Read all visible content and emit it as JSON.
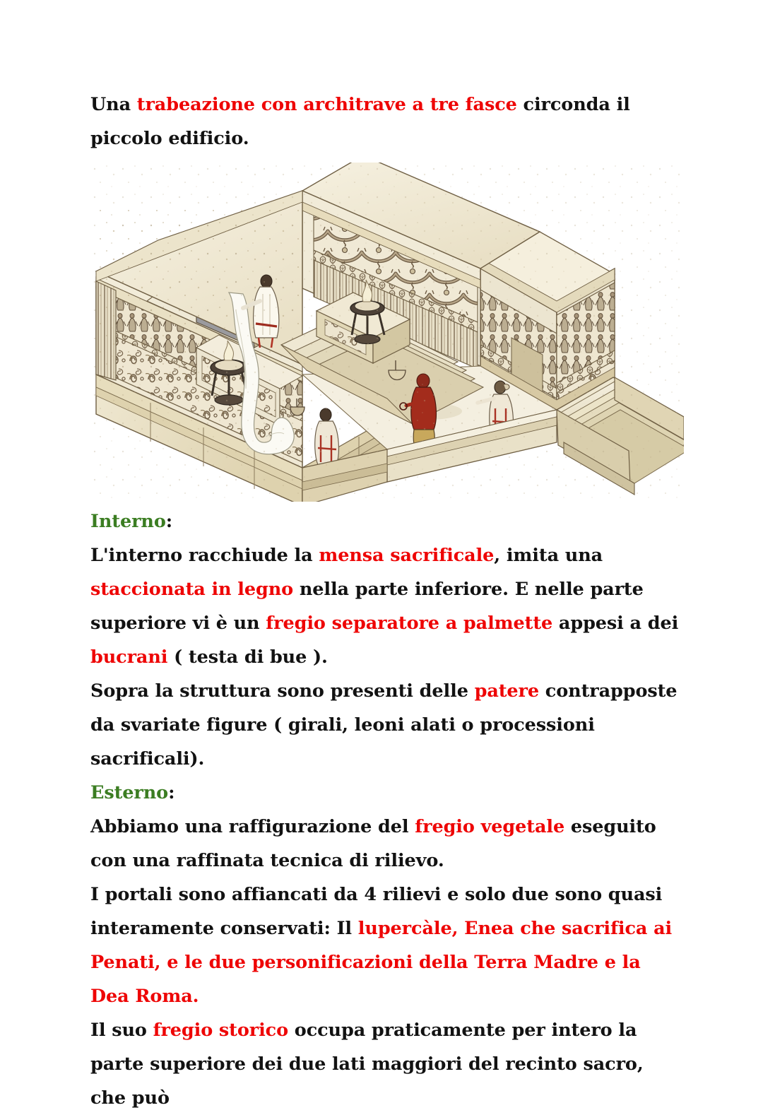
{
  "document": {
    "language": "it",
    "title_text": "Appunti Ara Pacis",
    "colors": {
      "highlight_red": "#ee0505",
      "heading_green": "#3b7d22",
      "body_black": "#121212",
      "marble_light": "#f2ecd9",
      "marble_mid": "#e3d9ba",
      "marble_shadow": "#cdbf96",
      "relief_brown": "#6b5a45",
      "figure_red": "#9e2b1e",
      "page_background": "#ffffff"
    }
  },
  "paragraphs": {
    "intro": {
      "part1": "Una ",
      "part2_red": "trabeazione con architrave a tre fasce",
      "part3": " circonda il piccolo edificio."
    },
    "interno_heading": {
      "label_green": "Interno",
      "colon": ":"
    },
    "interno_body": {
      "p1_a": "L'interno racchiude la ",
      "p1_b_red": "mensa sacrificale",
      "p1_c": ", imita una ",
      "p1_d_red": "staccionata in legno",
      "p1_e": " nella parte inferiore. E nelle parte superiore vi è un ",
      "p1_f_red": "fregio separatore a palmette",
      "p1_g": " appesi a dei ",
      "p1_h_red": "bucrani",
      "p1_i": " ( testa di bue ).",
      "p2_a": "Sopra la struttura sono presenti delle ",
      "p2_b_red": "patere",
      "p2_c": " contrapposte da svariate figure ( girali, leoni alati o processioni sacrificali)."
    },
    "esterno_heading": {
      "label_green": "Esterno",
      "colon": ":"
    },
    "esterno_body": {
      "p1_a": "Abbiamo una raffigurazione del ",
      "p1_b_red": "fregio vegetale",
      "p1_c": " eseguito con una raffinata tecnica di rilievo.",
      "p2_a": "I portali sono affiancati da 4 rilievi e solo due sono quasi interamente conservati: Il ",
      "p2_b_red": "lupercàle, Enea che sacrifica ai Penati, e le due personificazioni della Terra Madre e la Dea Roma",
      "p2_c_red_period": ".",
      "p3_a": "Il suo ",
      "p3_b_red": "fregio storico",
      "p3_c": " occupa praticamente per intero la parte superiore dei due lati maggiori del recinto sacro, che può"
    }
  },
  "illustration": {
    "name": "ara-pacis-cutaway-axonometric",
    "description": "Disegno assonometrico in sezione del recinto dell'Ara Pacis con altare interno, scalinata d'accesso, fregi scolpiti e figure di sacerdoti e offerenti",
    "elements": [
      "recinto marmoreo",
      "fregio storico processionale",
      "fregio vegetale a girali",
      "scalinata d'accesso",
      "mensa sacrificale",
      "bracieri",
      "figure di sacerdoti"
    ],
    "figure_count": 5
  }
}
